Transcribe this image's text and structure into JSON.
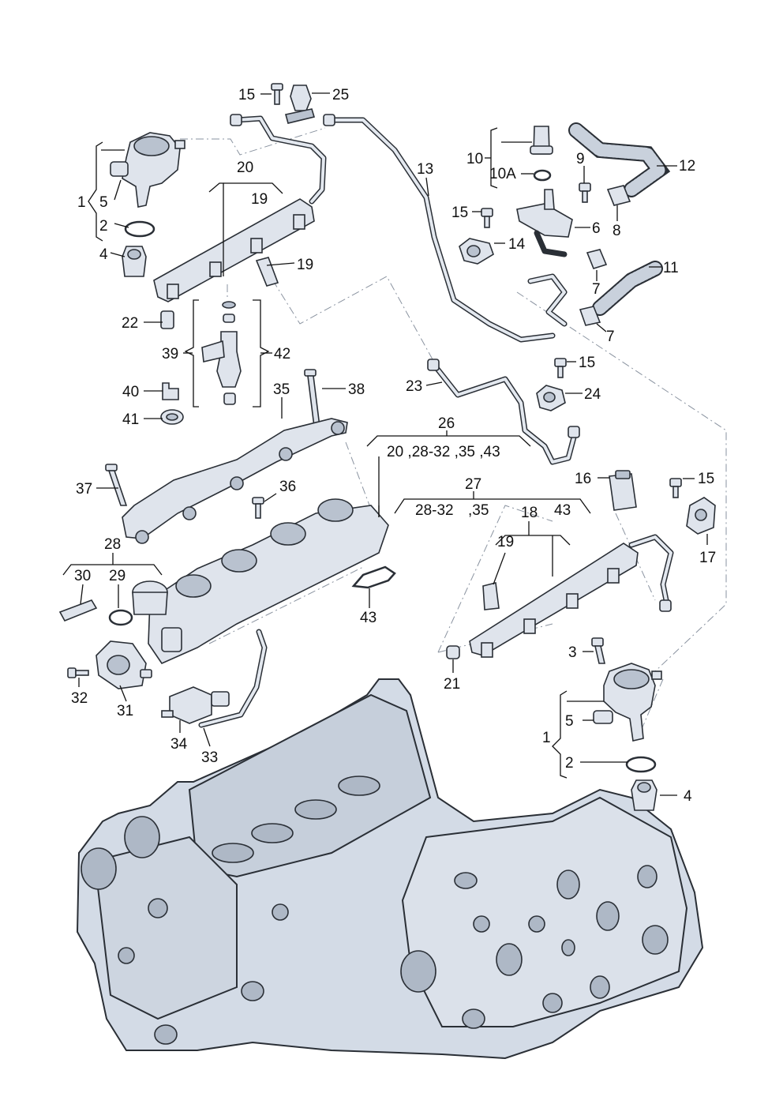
{
  "callouts": {
    "c1_left": "1",
    "c5_left": "5",
    "c2_left": "2",
    "c4_left": "4",
    "c15_top": "15",
    "c25": "25",
    "c20": "20",
    "c19_top": "19",
    "c19_mid": "19",
    "c22": "22",
    "c39": "39",
    "c42": "42",
    "c40": "40",
    "c41": "41",
    "c38": "38",
    "c35": "35",
    "c37": "37",
    "c36": "36",
    "c28": "28",
    "c30": "30",
    "c29": "29",
    "c32": "32",
    "c31": "31",
    "c34": "34",
    "c33": "33",
    "c43": "43",
    "c13": "13",
    "c10": "10",
    "c10a": "10A",
    "c9": "9",
    "c12": "12",
    "c15_right": "15",
    "c14": "14",
    "c6": "6",
    "c8": "8",
    "c11": "11",
    "c7_a": "7",
    "c7_b": "7",
    "c15_mid": "15",
    "c23": "23",
    "c24": "24",
    "c26": "26",
    "c26_list": "20 ,28-32 ,35 ,43",
    "c27": "27",
    "c27_list_a": "28-32",
    "c27_list_b": ",35",
    "c27_list_c": "43",
    "c16": "16",
    "c15_low": "15",
    "c17": "17",
    "c18": "18",
    "c19_low": "19",
    "c21": "21",
    "c3": "3",
    "c1_right": "1",
    "c5_right": "5",
    "c2_right": "2",
    "c4_right": "4"
  }
}
